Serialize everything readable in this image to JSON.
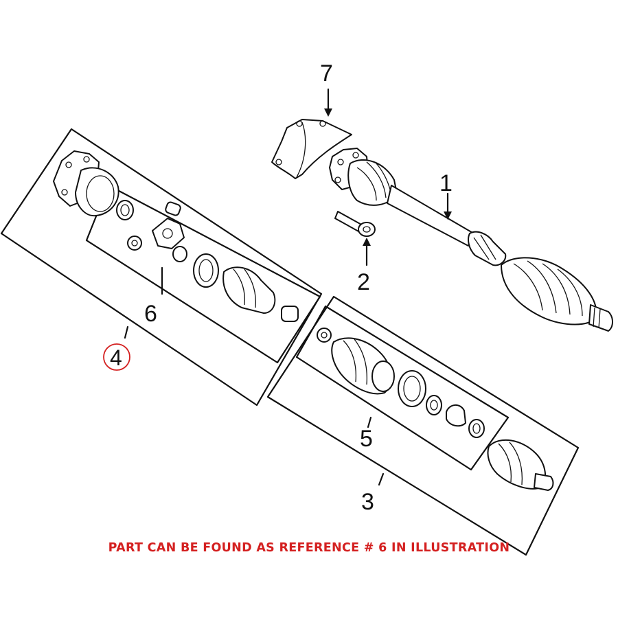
{
  "callouts": {
    "c1": "1",
    "c2": "2",
    "c3": "3",
    "c4": "4",
    "c5": "5",
    "c6": "6",
    "c7": "7"
  },
  "note": "PART CAN BE FOUND AS REFERENCE # 6 IN ILLUSTRATION",
  "colors": {
    "line": "#111111",
    "highlight": "#d42020",
    "background": "#ffffff"
  }
}
